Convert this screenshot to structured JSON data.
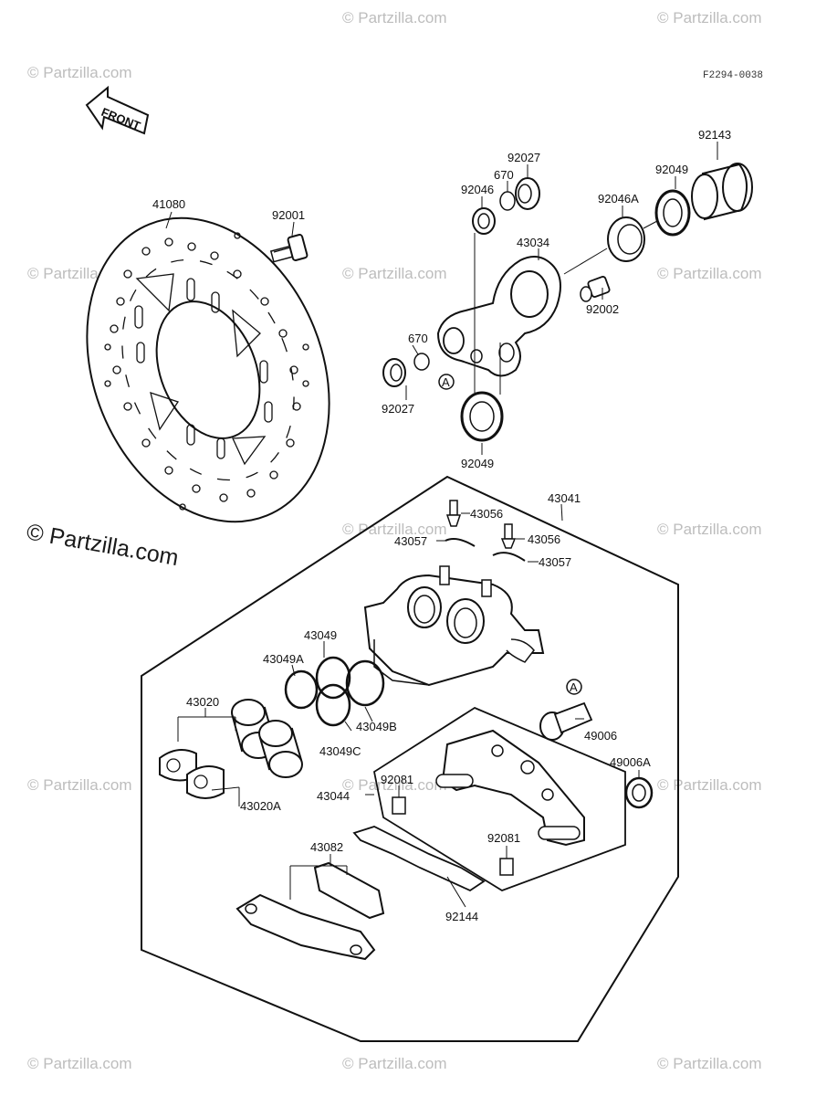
{
  "diagram_code": "F2294-0038",
  "front_label": "FRONT",
  "watermark_big": "© Partzilla.com",
  "watermark": "© Partzilla.com",
  "callout_a": "A",
  "labels": {
    "p41080": "41080",
    "p92001": "92001",
    "p92027_top": "92027",
    "p670_top": "670",
    "p92046": "92046",
    "p43034": "43034",
    "p92143": "92143",
    "p92049_top": "92049",
    "p92046A": "92046A",
    "p92002": "92002",
    "p670_mid": "670",
    "p92027_mid": "92027",
    "p92049_mid": "92049",
    "p43041": "43041",
    "p43056_a": "43056",
    "p43056_b": "43056",
    "p43057_a": "43057",
    "p43057_b": "43057",
    "p43049": "43049",
    "p43049A": "43049A",
    "p43049B": "43049B",
    "p43049C": "43049C",
    "p43020": "43020",
    "p43020A": "43020A",
    "p49006": "49006",
    "p49006A": "49006A",
    "p92081_a": "92081",
    "p92081_b": "92081",
    "p43044": "43044",
    "p43082": "43082",
    "p92144": "92144"
  }
}
